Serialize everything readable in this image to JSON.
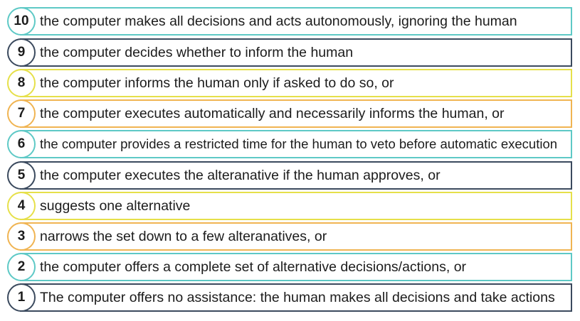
{
  "levels": [
    {
      "number": "10",
      "text": "the computer makes all decisions and acts autonomously, ignoring the human",
      "color": "#5ec9c6"
    },
    {
      "number": "9",
      "text": "the computer decides whether to inform the human",
      "color": "#3b4a5e"
    },
    {
      "number": "8",
      "text": "the computer informs the human only if asked to do so, or",
      "color": "#e6e04a"
    },
    {
      "number": "7",
      "text": "the computer executes automatically and necessarily informs the human, or",
      "color": "#f0b452"
    },
    {
      "number": "6",
      "text": "the computer provides a restricted time for the human to veto before automatic execution",
      "color": "#5ec9c6"
    },
    {
      "number": "5",
      "text": "the computer executes the alteranative if the human approves, or",
      "color": "#3b4a5e"
    },
    {
      "number": "4",
      "text": "suggests one alternative",
      "color": "#e6e04a"
    },
    {
      "number": "3",
      "text": "narrows the set down to a few alteranatives, or",
      "color": "#f0b452"
    },
    {
      "number": "2",
      "text": "the computer offers a complete set of alternative decisions/actions, or",
      "color": "#5ec9c6"
    },
    {
      "number": "1",
      "text": "The computer offers no assistance: the human makes all decisions and take actions",
      "color": "#3b4a5e"
    }
  ]
}
